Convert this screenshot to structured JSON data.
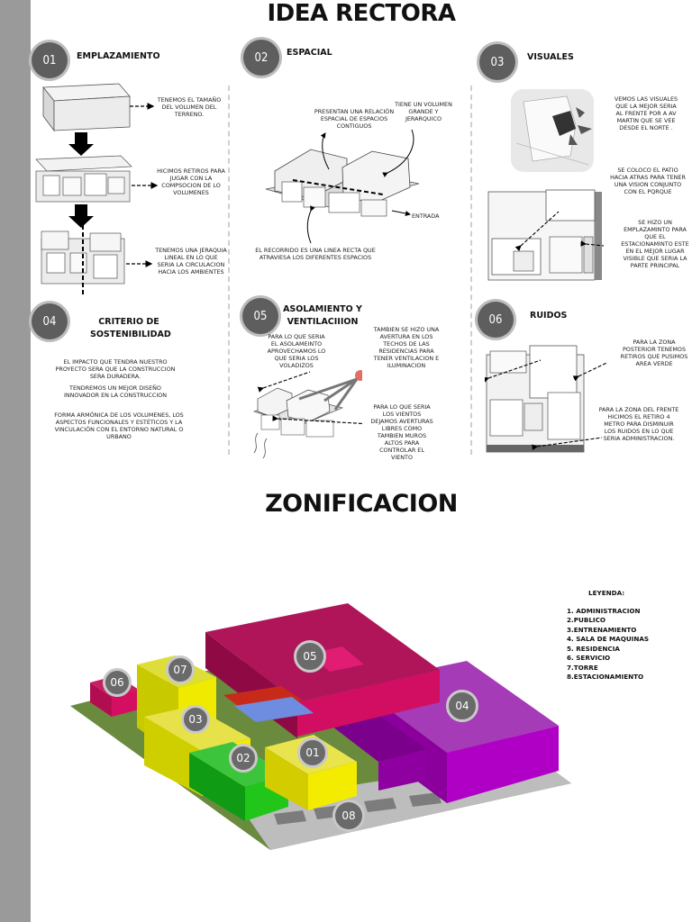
{
  "title_top": "IDEA RECTORA",
  "title_bottom": "ZONIFICACION",
  "sections": [
    {
      "num": "01",
      "heading": "EMPLAZAMIENTO"
    },
    {
      "num": "02",
      "heading": "ESPACIAL"
    },
    {
      "num": "03",
      "heading": "VISUALES"
    },
    {
      "num": "04",
      "heading": "CRITERIO DE SOSTENIBILIDAD"
    },
    {
      "num": "05",
      "heading": "ASOLAMIENTO Y VENTILACIIION"
    },
    {
      "num": "06",
      "heading": "RUIDOS"
    }
  ],
  "notes": {
    "s1_a": "TENEMOS EL TAMAÑO DEL VOLUMEN DEL TERRENO.",
    "s1_b": "HICIMOS RETIROS PARA JUGAR CON LA COMPSOCION DE LO VOLUMENES",
    "s1_c": "TENEMOS UNA JERAQUIA LINEAL EN LO QUE SERIA LA CIRCULACION HACIA LOS AMBIENTES",
    "s2_a": "PRESENTAN UNA RELACIÓN ESPACIAL DE ESPACIOS CONTIGUOS",
    "s2_b": "TIENE UN VOLUMEN GRANDE Y JERARQUICO",
    "s2_c": "ENTRADA",
    "s2_d": "EL RECORRIDO ES UNA LINEA RECTA QUE ATRAVIESA LOS DIFERENTES ESPACIOS",
    "s3_a": "VEMOS LAS VISUALES QUE LA MEJOR SERIA AL FRENTE POR A AV MARTIN QUE SE VEE DESDE EL NORTE .",
    "s3_b": "SE COLOCO EL PATIO HACIA ATRAS PARA TENER UNA VISION CONJUNTO CON EL PQRQUE",
    "s3_c": "SE HIZO UN EMPLAZAMINTO PARA QUE EL ESTACIONAMINTO ESTE EN EL MEJOR LUGAR VISIBLE QUE SERIA LA PARTE PRINCIPAL",
    "s4_a": "EL IMPACTO QUE TENDRA NUESTRO PROYECTO SERA QUE LA CONSTRUCCION SERA DURADERA.",
    "s4_b": "TENDREMOS UN MEJOR DISEÑO INNOVADOR EN LA CONSTRUCCION",
    "s4_c": "FORMA ARMÓNICA DE LOS VOLUMENES, LOS ASPECTOS FUNCIONALES Y ESTÉTICOS Y LA VINCULACIÓN CON EL ENTORNO NATURAL O URBANO",
    "s5_a": "PARA LO QUE SERIA EL ASOLAMEINTO APROVECHAMOS LO QUE SERIA LOS VOLADIZOS",
    "s5_b": "TAMBIEN SE HIZO UNA AVERTURA EN LOS TECHOS DE LAS RESIDENCIAS PARA TENER VENTILACION E ILUMINACION",
    "s5_c": "PARA LO QUE SERIA LOS VIENTOS DEJAMOS AVERTURAS LIBRES COMO TAMBIEN MUROS ALTOS PARA CONTROLAR EL VIENTO",
    "s6_a": "PARA LA ZONA POSTERIOR TENEMOS RETIROS QUE PUSIMOS AREA VERDE",
    "s6_b": "PARA LA ZONA DEL FRENTE HICIMOS EL RETIRO 4 METRO PARA DISMINUIR LOS RUIDOS EN LO QUE SERIA ADMINISTRACION."
  },
  "legend": {
    "title": "LEYENDA:",
    "items": [
      "1. ADMINISTRACION",
      "2.PUBLICO",
      "3.ENTRENAMIENTO",
      "4. SALA DE MAQUINAS",
      "5. RESIDENCIA",
      "6. SERVICIO",
      "7.TORRE",
      "8.ESTACIONAMIENTO"
    ]
  },
  "zones": [
    "01",
    "02",
    "03",
    "04",
    "05",
    "06",
    "07",
    "08"
  ],
  "colors": {
    "administracion": "#f2ea00",
    "publico": "#22c51a",
    "entrenamiento": "#f2ea00",
    "sala_maquinas": "#a000b0",
    "residencia": "#d4005e",
    "servicio": "#d4005e",
    "torre": "#e8e000",
    "estacionamiento": "#9e9e9e",
    "sidebar": "#9a9a9a",
    "badge": "#5e5e5e"
  }
}
